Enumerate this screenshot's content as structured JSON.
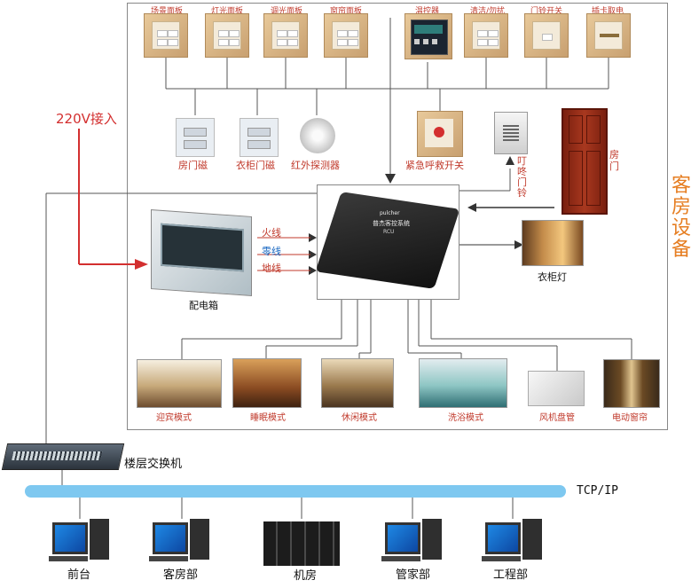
{
  "labels": {
    "switches": [
      "场景面板",
      "灯光面板",
      "调光面板",
      "窗帘面板",
      "温控器",
      "清洁/勿扰",
      "门铃开关",
      "插卡取电"
    ],
    "sensors": [
      "房门磁",
      "衣柜门磁",
      "红外探测器",
      "紧急呼救开关"
    ],
    "doorbell": "叮咚门铃",
    "door": "房门",
    "room_equipment": "客房设备",
    "power_input": "220V接入",
    "distribution_box": "配电箱",
    "wires": [
      "火线",
      "零线",
      "地线"
    ],
    "wardrobe_light": "衣柜灯",
    "rcu": {
      "brand": "pulcher",
      "name": "普杰客控系统",
      "code": "RCU"
    },
    "modes": [
      "迎宾模式",
      "睡眠模式",
      "休闲模式",
      "洗浴模式",
      "风机盘管",
      "电动窗帘"
    ],
    "floor_switch": "楼层交换机",
    "network": "TCP/IP",
    "departments": [
      "前台",
      "客房部",
      "机房",
      "管家部",
      "工程部"
    ]
  },
  "colors": {
    "accent_red": "#c0392b",
    "network_blue": "#7ec8f0",
    "line": "#555555"
  }
}
